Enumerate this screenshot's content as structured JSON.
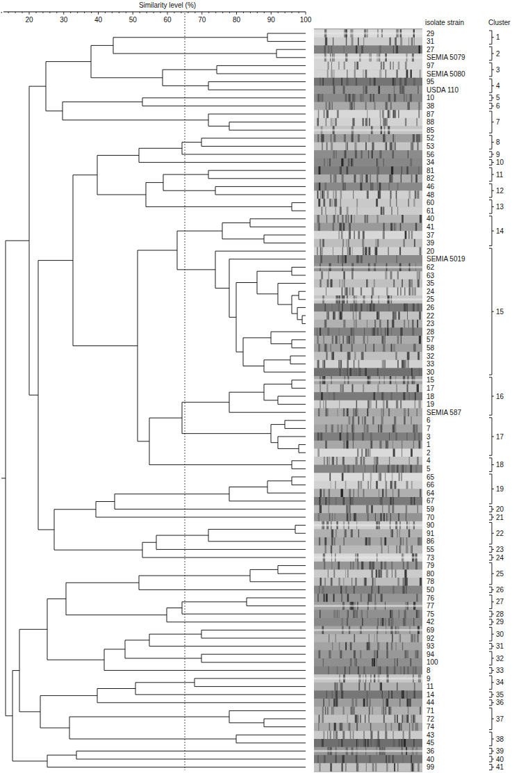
{
  "diagram": {
    "labels": [
      "Similarity level (%)",
      "20",
      "30",
      "40",
      "50",
      "60",
      "70",
      "80",
      "90",
      "100",
      "isolate strain",
      "Cluster",
      "29",
      "31",
      "27",
      "SEMIA 5079",
      "97",
      "SEMIA 5080",
      "95",
      "USDA 110",
      "10",
      "38",
      "87",
      "88",
      "85",
      "52",
      "53",
      "56",
      "34",
      "81",
      "82",
      "46",
      "48",
      "60",
      "61",
      "40",
      "41",
      "37",
      "39",
      "20",
      "SEMIA 5019",
      "62",
      "63",
      "35",
      "24",
      "25",
      "26",
      "22",
      "23",
      "28",
      "57",
      "58",
      "32",
      "33",
      "30",
      "15",
      "17",
      "18",
      "19",
      "SEMIA 587",
      "6",
      "7",
      "3",
      "1",
      "2",
      "4",
      "5",
      "65",
      "66",
      "64",
      "67",
      "59",
      "70",
      "90",
      "91",
      "86",
      "55",
      "73",
      "79",
      "80",
      "78",
      "50",
      "76",
      "77",
      "75",
      "42",
      "69",
      "92",
      "93",
      "94",
      "100",
      "8",
      "9",
      "11",
      "14",
      "44",
      "71",
      "72",
      "74",
      "43",
      "45",
      "36",
      "40",
      "99",
      "1",
      "2",
      "3",
      "4",
      "5",
      "6",
      "7",
      "8",
      "9",
      "10",
      "11",
      "12",
      "13",
      "14",
      "15",
      "16",
      "17",
      "18",
      "19",
      "20",
      "21",
      "22",
      "23",
      "24",
      "25",
      "26",
      "27",
      "28",
      "29",
      "30",
      "31",
      "32",
      "33",
      "34",
      "35",
      "36",
      "37",
      "38",
      "39",
      "40",
      "41"
    ]
  }
}
